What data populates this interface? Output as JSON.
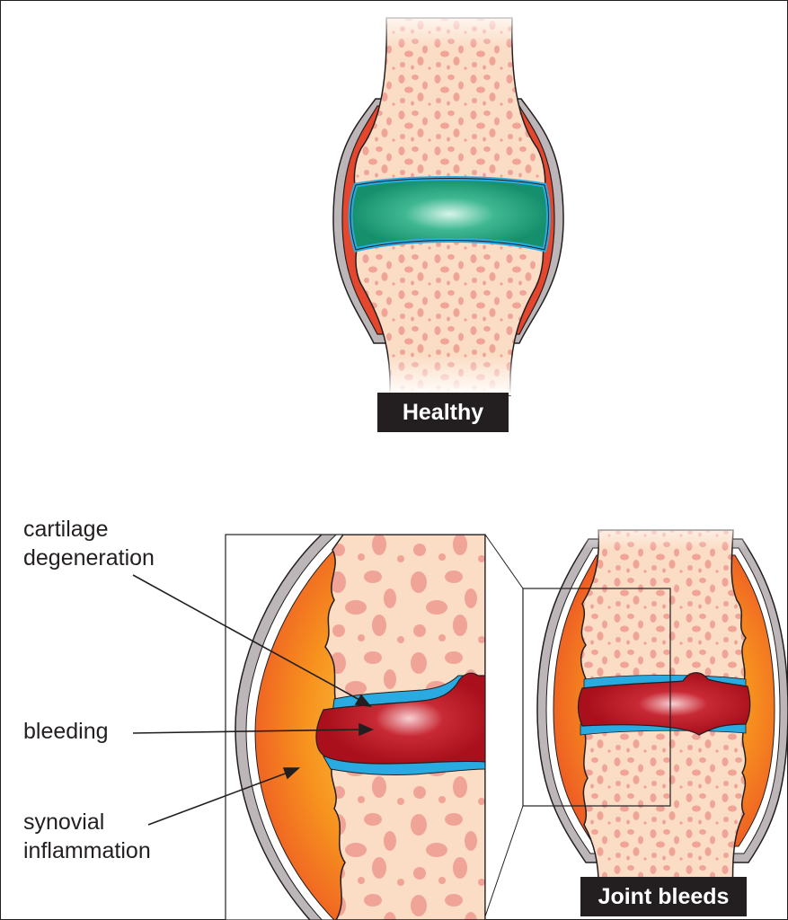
{
  "labels": {
    "healthy": "Healthy",
    "joint_bleeds": "Joint bleeds",
    "cartilage_line1": "cartilage",
    "cartilage_line2": "degeneration",
    "bleeding": "bleeding",
    "synovial_line1": "synovial",
    "synovial_line2": "inflammation"
  },
  "colors": {
    "bone": "#fbdcc4",
    "bone_pore": "#f0a497",
    "healthy_cartilage": "#1d9c77",
    "cartilage_edge": "#29abe2",
    "synovium_red": "#e4472e",
    "capsule_grey": "#bcb6b8",
    "blood": "#b3151f",
    "inflamed_orange": "#f47b20",
    "inflamed_yellow": "#f9a826",
    "label_box": "#231f20"
  }
}
